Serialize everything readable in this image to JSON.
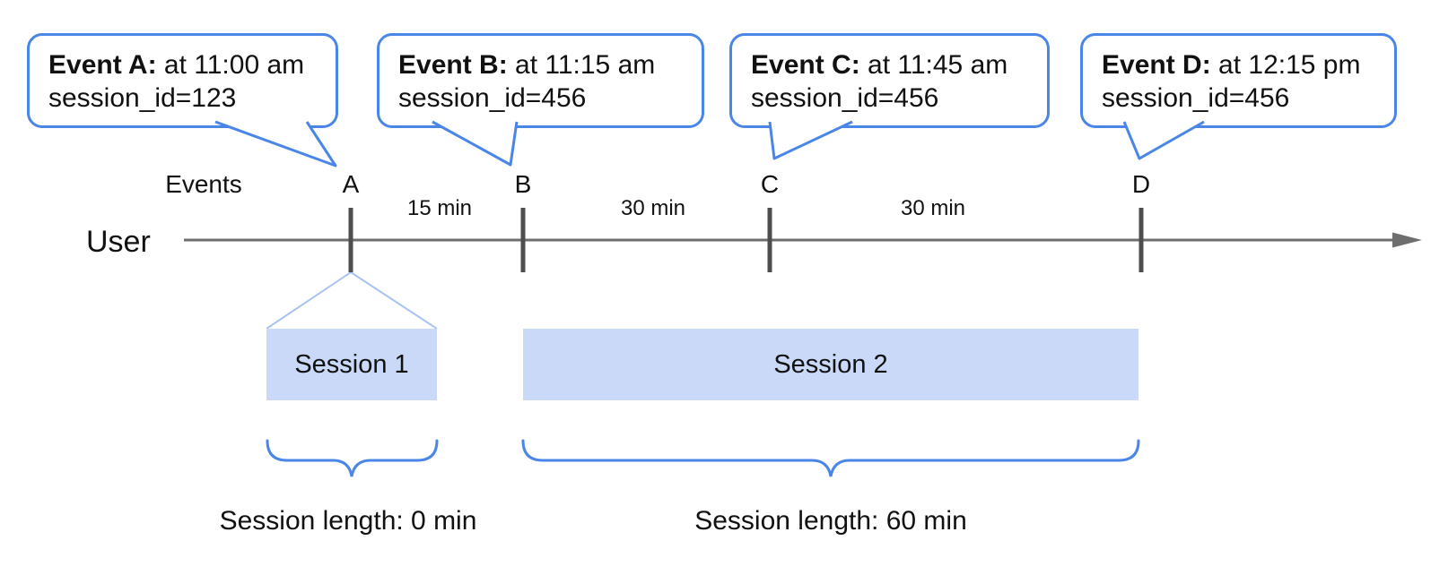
{
  "diagram": {
    "title_hint": "Event session timeline",
    "events_axis_label": "Events",
    "user_label": "User",
    "bubbles": [
      {
        "id": "A",
        "bold": "Event A:",
        "time_text": "at 11:00 am",
        "session_text": "session_id=123"
      },
      {
        "id": "B",
        "bold": "Event B:",
        "time_text": "at 11:15 am",
        "session_text": "session_id=456"
      },
      {
        "id": "C",
        "bold": "Event C:",
        "time_text": "at 11:45 am",
        "session_text": "session_id=456"
      },
      {
        "id": "D",
        "bold": "Event D:",
        "time_text": "at 12:15 pm",
        "session_text": "session_id=456"
      }
    ],
    "ticks": {
      "a": "A",
      "b": "B",
      "c": "C",
      "d": "D"
    },
    "intervals": {
      "ab": "15 min",
      "bc": "30 min",
      "cd": "30 min"
    },
    "sessions": [
      {
        "label": "Session 1",
        "length_label": "Session length: 0 min"
      },
      {
        "label": "Session 2",
        "length_label": "Session length: 60 min"
      }
    ],
    "colors": {
      "bubble_border": "#4a86e8",
      "brace": "#4a86e8",
      "session_fill": "#c9d9f7",
      "funnel_line": "#a9c4f0",
      "timeline": "#6e6e6e",
      "tick": "#4d4d4d",
      "white": "#ffffff"
    }
  }
}
